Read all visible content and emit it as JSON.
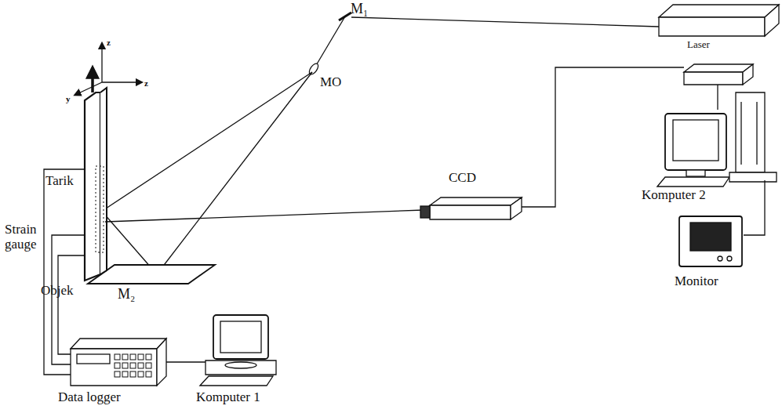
{
  "diagram": {
    "labels": [
      "M₁",
      "Laser",
      "MO",
      "CCD",
      "Komputer 2",
      "Monitor",
      "Tarik",
      "Strain gauge",
      "Objek",
      "M₂",
      "Data logger",
      "Komputer 1",
      "z",
      "y",
      "z"
    ]
  }
}
